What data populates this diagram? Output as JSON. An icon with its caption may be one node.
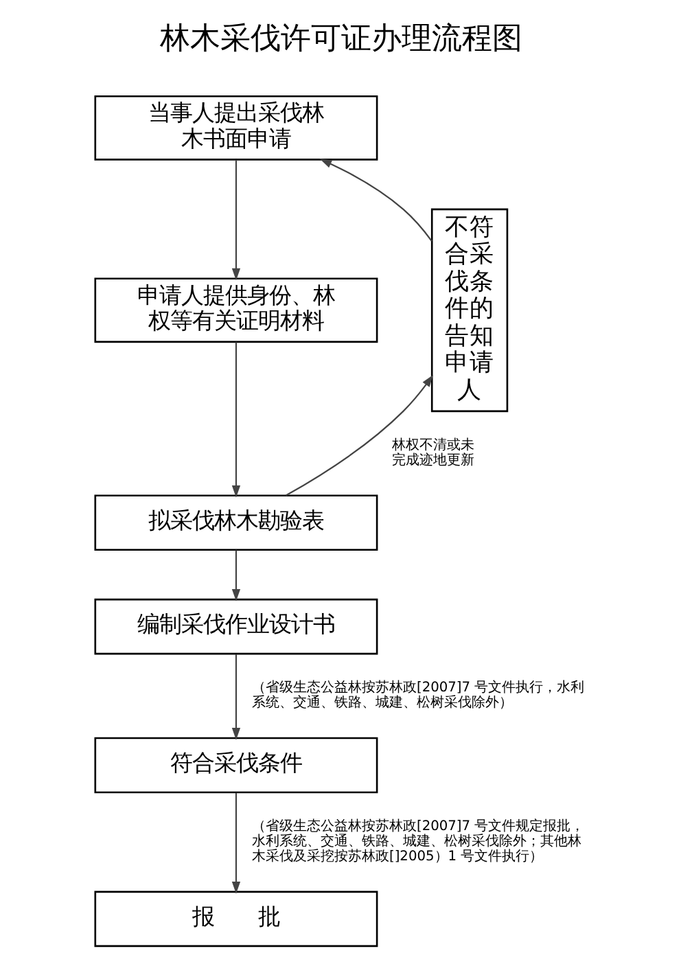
{
  "diagram": {
    "title": "林木采伐许可证办理流程图",
    "nodes": [
      {
        "text": [
          "当事人提出采伐林木书面申请"
        ]
      },
      {
        "text": [
          "申请人提供身份、林权等有关证明材料"
        ]
      },
      {
        "text": [
          "拟采伐林木勘验表"
        ]
      },
      {
        "text": [
          "编制采伐作业设计书"
        ]
      },
      {
        "text": [
          "符合采伐条件"
        ]
      },
      {
        "text": [
          "报　　批"
        ]
      },
      {
        "text": [
          "不符合采伐条件的告知申请人"
        ]
      }
    ],
    "edges": [
      {
        "from": 0,
        "to": 1,
        "arrow": "to"
      },
      {
        "from": 1,
        "to": 2,
        "arrow": "to"
      },
      {
        "from": 2,
        "to": 3,
        "arrow": "to"
      },
      {
        "from": 3,
        "to": 4,
        "arrow": "to",
        "label": "（省级生态公益林按苏林政[2007]7 号文件执行，水利系统、交通、铁路、城建、松树采伐除外）"
      },
      {
        "from": 4,
        "to": 5,
        "arrow": "to",
        "label": "（省级生态公益林按苏林政[2007]7 号文件规定报批，水利系统、交通、铁路、城建、松树采伐除外；其他林木采伐及采挖按苏林政[]2005）1 号文件执行）"
      },
      {
        "from": 2,
        "to": 6,
        "arrow": "to",
        "label": "林权不清或未完成迹地更新"
      },
      {
        "from": 6,
        "to": 0,
        "arrow": "to"
      }
    ]
  }
}
